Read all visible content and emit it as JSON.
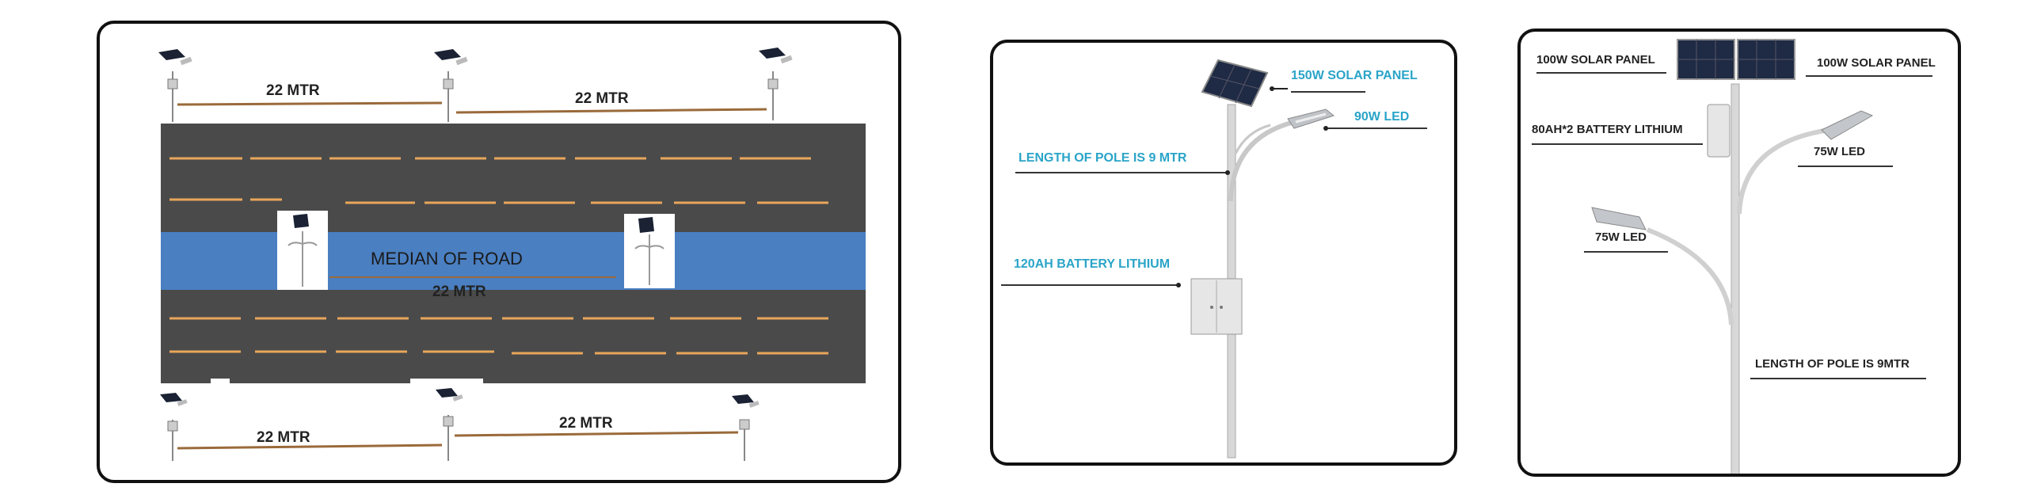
{
  "layout_diagram": {
    "top_spacing": [
      "22 MTR",
      "22 MTR"
    ],
    "median_label": "MEDIAN OF ROAD",
    "median_spacing": "22 MTR",
    "bottom_spacing": [
      "22 MTR",
      "22 MTR"
    ]
  },
  "single_arm_pole": {
    "solar_panel": "150W SOLAR PANEL",
    "led": "90W LED",
    "pole_length": "LENGTH OF POLE IS 9 MTR",
    "battery": "120AH BATTERY LITHIUM"
  },
  "double_arm_pole": {
    "solar_panel_left": "100W SOLAR PANEL",
    "solar_panel_right": "100W SOLAR PANEL",
    "battery": "80AH*2 BATTERY LITHIUM",
    "led_right": "75W LED",
    "led_left": "75W LED",
    "pole_length": "LENGTH OF POLE IS 9MTR"
  },
  "colors": {
    "road": "#4a4a4a",
    "median": "#4a7fc1",
    "lane_marking": "#e8a65a",
    "spacing_line": "#9a6a3a",
    "label_blue": "#2aa4c8",
    "label_dark": "#222222"
  }
}
